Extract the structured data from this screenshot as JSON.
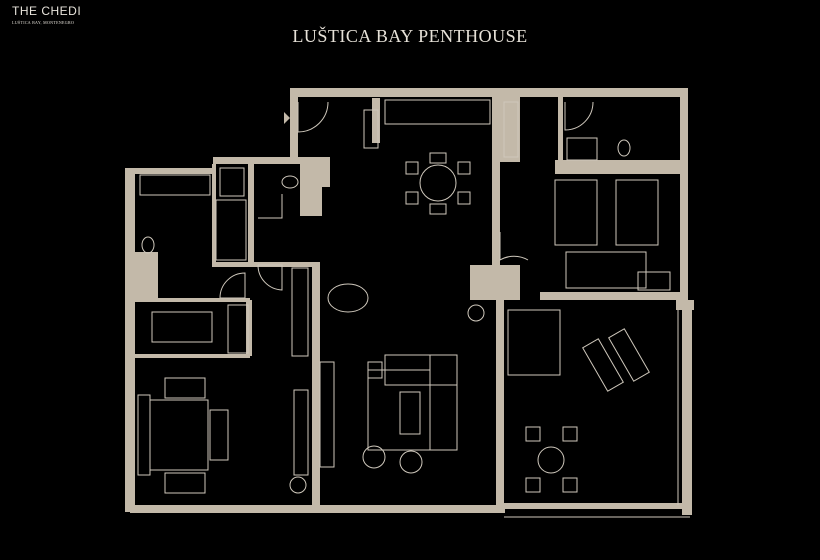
{
  "logo": {
    "name": "THE CHEDI",
    "tagline": "LUŠTICA BAY, MONTENEGRO"
  },
  "title": "LUŠTICA BAY PENTHOUSE",
  "colors": {
    "background": "#000000",
    "walls": "#c3b9a9",
    "furniture_lines": "#cfc8bc"
  }
}
